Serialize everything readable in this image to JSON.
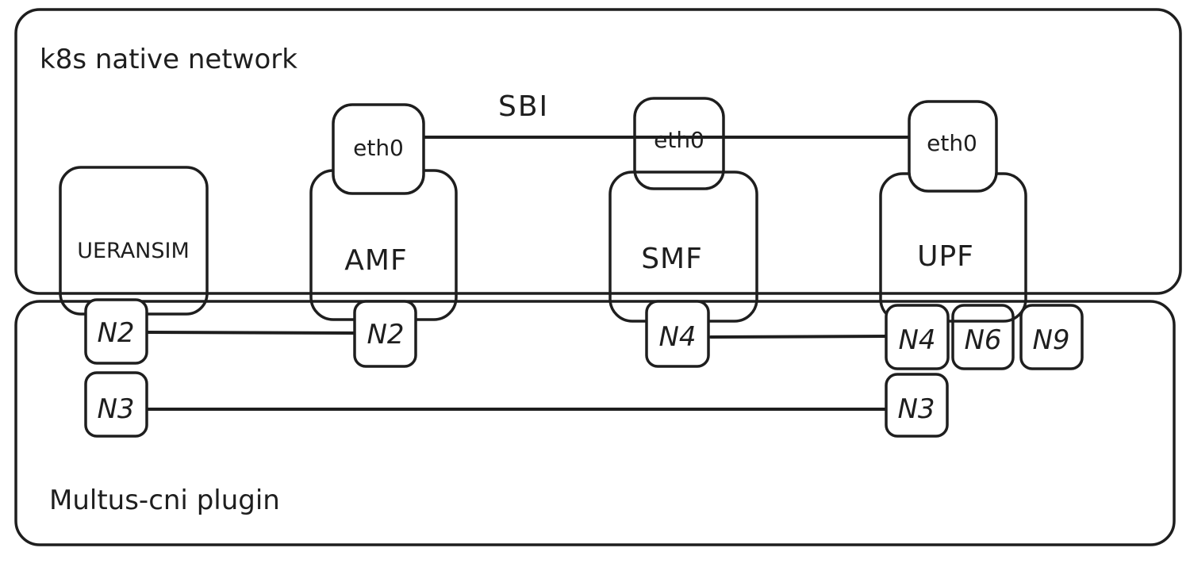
{
  "regions": {
    "top_label": "k8s native network",
    "bottom_label": "Multus-cni plugin"
  },
  "sbi_label": "SBI",
  "nodes": {
    "ueransim": {
      "label": "UERANSIM",
      "ports": [
        "N2",
        "N3"
      ]
    },
    "amf": {
      "label": "AMF",
      "eth": "eth0",
      "ports": [
        "N2"
      ]
    },
    "smf": {
      "label": "SMF",
      "eth": "eth0",
      "ports": [
        "N4"
      ]
    },
    "upf": {
      "label": "UPF",
      "eth": "eth0",
      "ports": [
        "N4",
        "N6",
        "N9",
        "N3"
      ]
    }
  },
  "colors": {
    "stroke": "#1e1e1e",
    "background": "#ffffff"
  }
}
